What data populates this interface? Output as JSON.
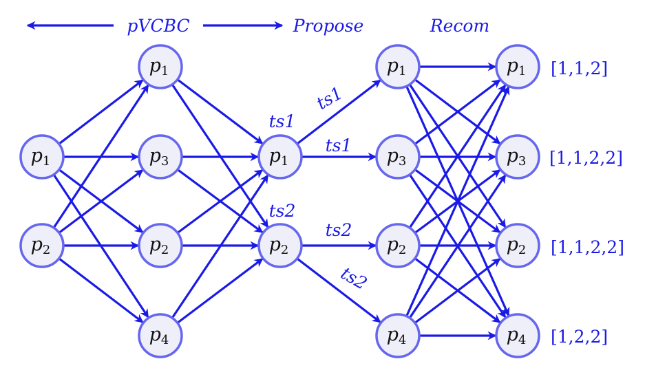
{
  "colors": {
    "edge": "#1a1ae6",
    "node_stroke": "#6666ee",
    "node_fill": "#efeffa",
    "text": "#1a1ae6"
  },
  "header": {
    "pvcbc": "pVCBC",
    "propose": "Propose",
    "recom": "Recom"
  },
  "columns": [
    {
      "id": "c1",
      "nodes": [
        {
          "id": "c1a",
          "name": "p",
          "sub": "1"
        },
        {
          "id": "c1b",
          "name": "p",
          "sub": "2"
        }
      ]
    },
    {
      "id": "c2",
      "nodes": [
        {
          "id": "c2a",
          "name": "p",
          "sub": "1"
        },
        {
          "id": "c2b",
          "name": "p",
          "sub": "3"
        },
        {
          "id": "c2c",
          "name": "p",
          "sub": "2"
        },
        {
          "id": "c2d",
          "name": "p",
          "sub": "4"
        }
      ]
    },
    {
      "id": "c3",
      "nodes": [
        {
          "id": "c3a",
          "name": "p",
          "sub": "1"
        },
        {
          "id": "c3b",
          "name": "p",
          "sub": "2"
        }
      ]
    },
    {
      "id": "c4",
      "nodes": [
        {
          "id": "c4a",
          "name": "p",
          "sub": "1"
        },
        {
          "id": "c4b",
          "name": "p",
          "sub": "3"
        },
        {
          "id": "c4c",
          "name": "p",
          "sub": "2"
        },
        {
          "id": "c4d",
          "name": "p",
          "sub": "4"
        }
      ]
    },
    {
      "id": "c5",
      "nodes": [
        {
          "id": "c5a",
          "name": "p",
          "sub": "1"
        },
        {
          "id": "c5b",
          "name": "p",
          "sub": "3"
        },
        {
          "id": "c5c",
          "name": "p",
          "sub": "2"
        },
        {
          "id": "c5d",
          "name": "p",
          "sub": "4"
        }
      ]
    }
  ],
  "timestamp_labels": {
    "above_p1": "ts1",
    "above_p2": "ts2",
    "edge_p1_to_p1": "ts1",
    "edge_p1_to_p3": "ts1",
    "edge_p2_to_p2": "ts2",
    "edge_p2_to_p4": "ts2"
  },
  "result_tags": [
    "[1,1,2]",
    "[1,1,2,2]",
    "[1,1,2,2]",
    "[1,2,2]"
  ]
}
